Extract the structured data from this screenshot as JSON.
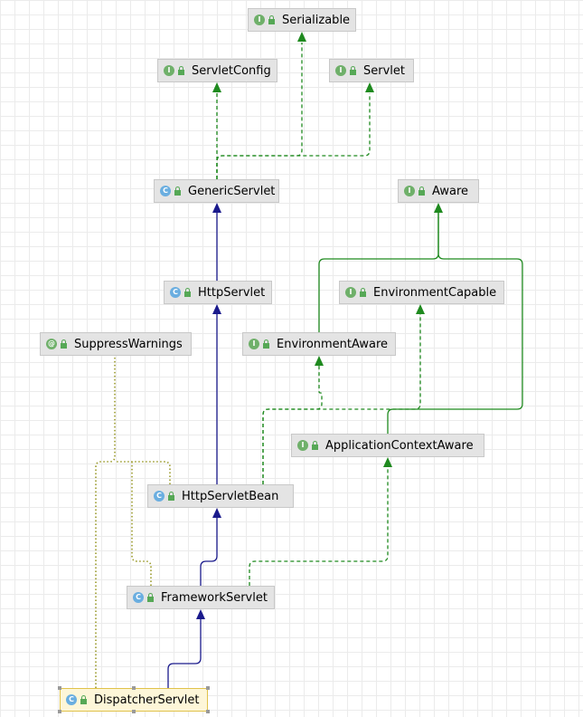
{
  "diagram": {
    "nodes": [
      {
        "id": "serializable",
        "label": "Serializable",
        "kind": "interface",
        "badge": "I"
      },
      {
        "id": "servletconfig",
        "label": "ServletConfig",
        "kind": "interface",
        "badge": "I"
      },
      {
        "id": "servlet",
        "label": "Servlet",
        "kind": "interface",
        "badge": "I"
      },
      {
        "id": "genericservlet",
        "label": "GenericServlet",
        "kind": "class",
        "badge": "C"
      },
      {
        "id": "aware",
        "label": "Aware",
        "kind": "interface",
        "badge": "I"
      },
      {
        "id": "httpservlet",
        "label": "HttpServlet",
        "kind": "class",
        "badge": "C"
      },
      {
        "id": "environmentcapable",
        "label": "EnvironmentCapable",
        "kind": "interface",
        "badge": "I"
      },
      {
        "id": "suppresswarnings",
        "label": "SuppressWarnings",
        "kind": "annotation",
        "badge": "@"
      },
      {
        "id": "environmentaware",
        "label": "EnvironmentAware",
        "kind": "interface",
        "badge": "I"
      },
      {
        "id": "applicationcontextaware",
        "label": "ApplicationContextAware",
        "kind": "interface",
        "badge": "I"
      },
      {
        "id": "httpservletbean",
        "label": "HttpServletBean",
        "kind": "class",
        "badge": "C"
      },
      {
        "id": "frameworkservlet",
        "label": "FrameworkServlet",
        "kind": "class",
        "badge": "C"
      },
      {
        "id": "dispatcherservlet",
        "label": "DispatcherServlet",
        "kind": "class",
        "badge": "C",
        "selected": true
      }
    ],
    "colors": {
      "extends": "#1a1a8c",
      "implements": "#1f8a1f",
      "interface_extends": "#1f8a1f",
      "annotation": "#9a9a2a"
    },
    "edges": [
      {
        "from": "genericservlet",
        "to": "servletconfig",
        "type": "implements"
      },
      {
        "from": "genericservlet",
        "to": "servlet",
        "type": "implements"
      },
      {
        "from": "genericservlet",
        "to": "serializable",
        "type": "implements"
      },
      {
        "from": "httpservlet",
        "to": "genericservlet",
        "type": "extends"
      },
      {
        "from": "httpservletbean",
        "to": "httpservlet",
        "type": "extends"
      },
      {
        "from": "httpservletbean",
        "to": "environmentcapable",
        "type": "implements"
      },
      {
        "from": "httpservletbean",
        "to": "environmentaware",
        "type": "implements"
      },
      {
        "from": "environmentaware",
        "to": "aware",
        "type": "interface_extends"
      },
      {
        "from": "applicationcontextaware",
        "to": "aware",
        "type": "interface_extends"
      },
      {
        "from": "frameworkservlet",
        "to": "httpservletbean",
        "type": "extends"
      },
      {
        "from": "frameworkservlet",
        "to": "applicationcontextaware",
        "type": "implements"
      },
      {
        "from": "dispatcherservlet",
        "to": "frameworkservlet",
        "type": "extends"
      },
      {
        "from": "dispatcherservlet",
        "to": "suppresswarnings",
        "type": "annotation"
      },
      {
        "from": "httpservletbean",
        "to": "suppresswarnings",
        "type": "annotation"
      },
      {
        "from": "frameworkservlet",
        "to": "suppresswarnings",
        "type": "annotation"
      }
    ]
  }
}
